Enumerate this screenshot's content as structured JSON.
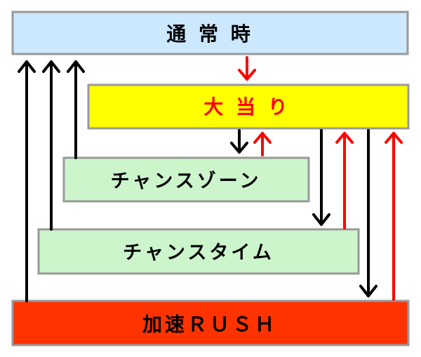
{
  "nodes": {
    "normal": {
      "label": "通 常 時",
      "fill": "#cce8ff",
      "text_color": "#000000"
    },
    "jackpot": {
      "label": "大 当 り",
      "fill": "#ffff00",
      "text_color": "#ff0000"
    },
    "chance_zone": {
      "label": "チャンスゾーン",
      "fill": "#ccf5cc",
      "text_color": "#000000"
    },
    "chance_time": {
      "label": "チャンスタイム",
      "fill": "#ccf5cc",
      "text_color": "#000000"
    },
    "rush": {
      "label": "加速ＲＵＳＨ",
      "fill": "#ff3300",
      "text_color": "#000000"
    }
  },
  "colors": {
    "border": "#999999",
    "arrow_black": "#000000",
    "arrow_red": "#ff0000"
  }
}
